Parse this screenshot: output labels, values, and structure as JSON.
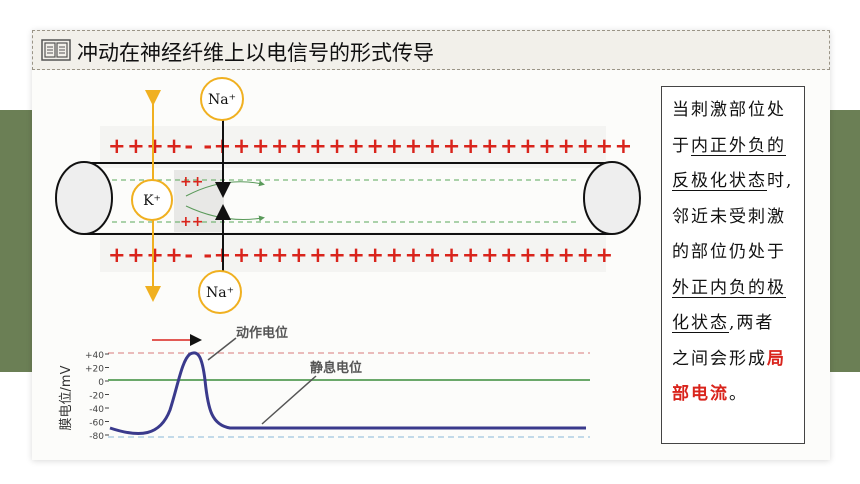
{
  "title": "冲动在神经纤维上以电信号的形式传导",
  "ions": {
    "na_top": "Na⁺",
    "na_bottom": "Na⁺",
    "k": "K⁺"
  },
  "membrane": {
    "top_charges": "++++- -++++++++++++++++++++++",
    "bottom_charges": "++++- -+++++++++++++++++++++",
    "inner_top": "++",
    "inner_bottom": "++"
  },
  "graph": {
    "ylabel": "膜电位/mV",
    "ticks": [
      "+40",
      "+20",
      "0",
      "-20",
      "-40",
      "-60",
      "-80"
    ],
    "label_action": "动作电位",
    "label_rest": "静息电位"
  },
  "explanation": {
    "line1": "当刺激部位处",
    "line2_a": "于",
    "line2_u": "内正外负的",
    "line3_u": "反极化状态",
    "line3_b": "时,",
    "line4": "邻近未受刺激",
    "line5": "的部位仍处于",
    "line6_u": "外正内负的极",
    "line7_u": "化状态",
    "line7_b": ",两者",
    "line8_a": "之间会形成",
    "line8_r": "局",
    "line9_r": "部电流",
    "line9_b": "。"
  },
  "colors": {
    "band": "#6b7f55",
    "charge_red": "#d9241c",
    "trace": "#3a3a8c",
    "k_arrow": "#f0b020"
  }
}
